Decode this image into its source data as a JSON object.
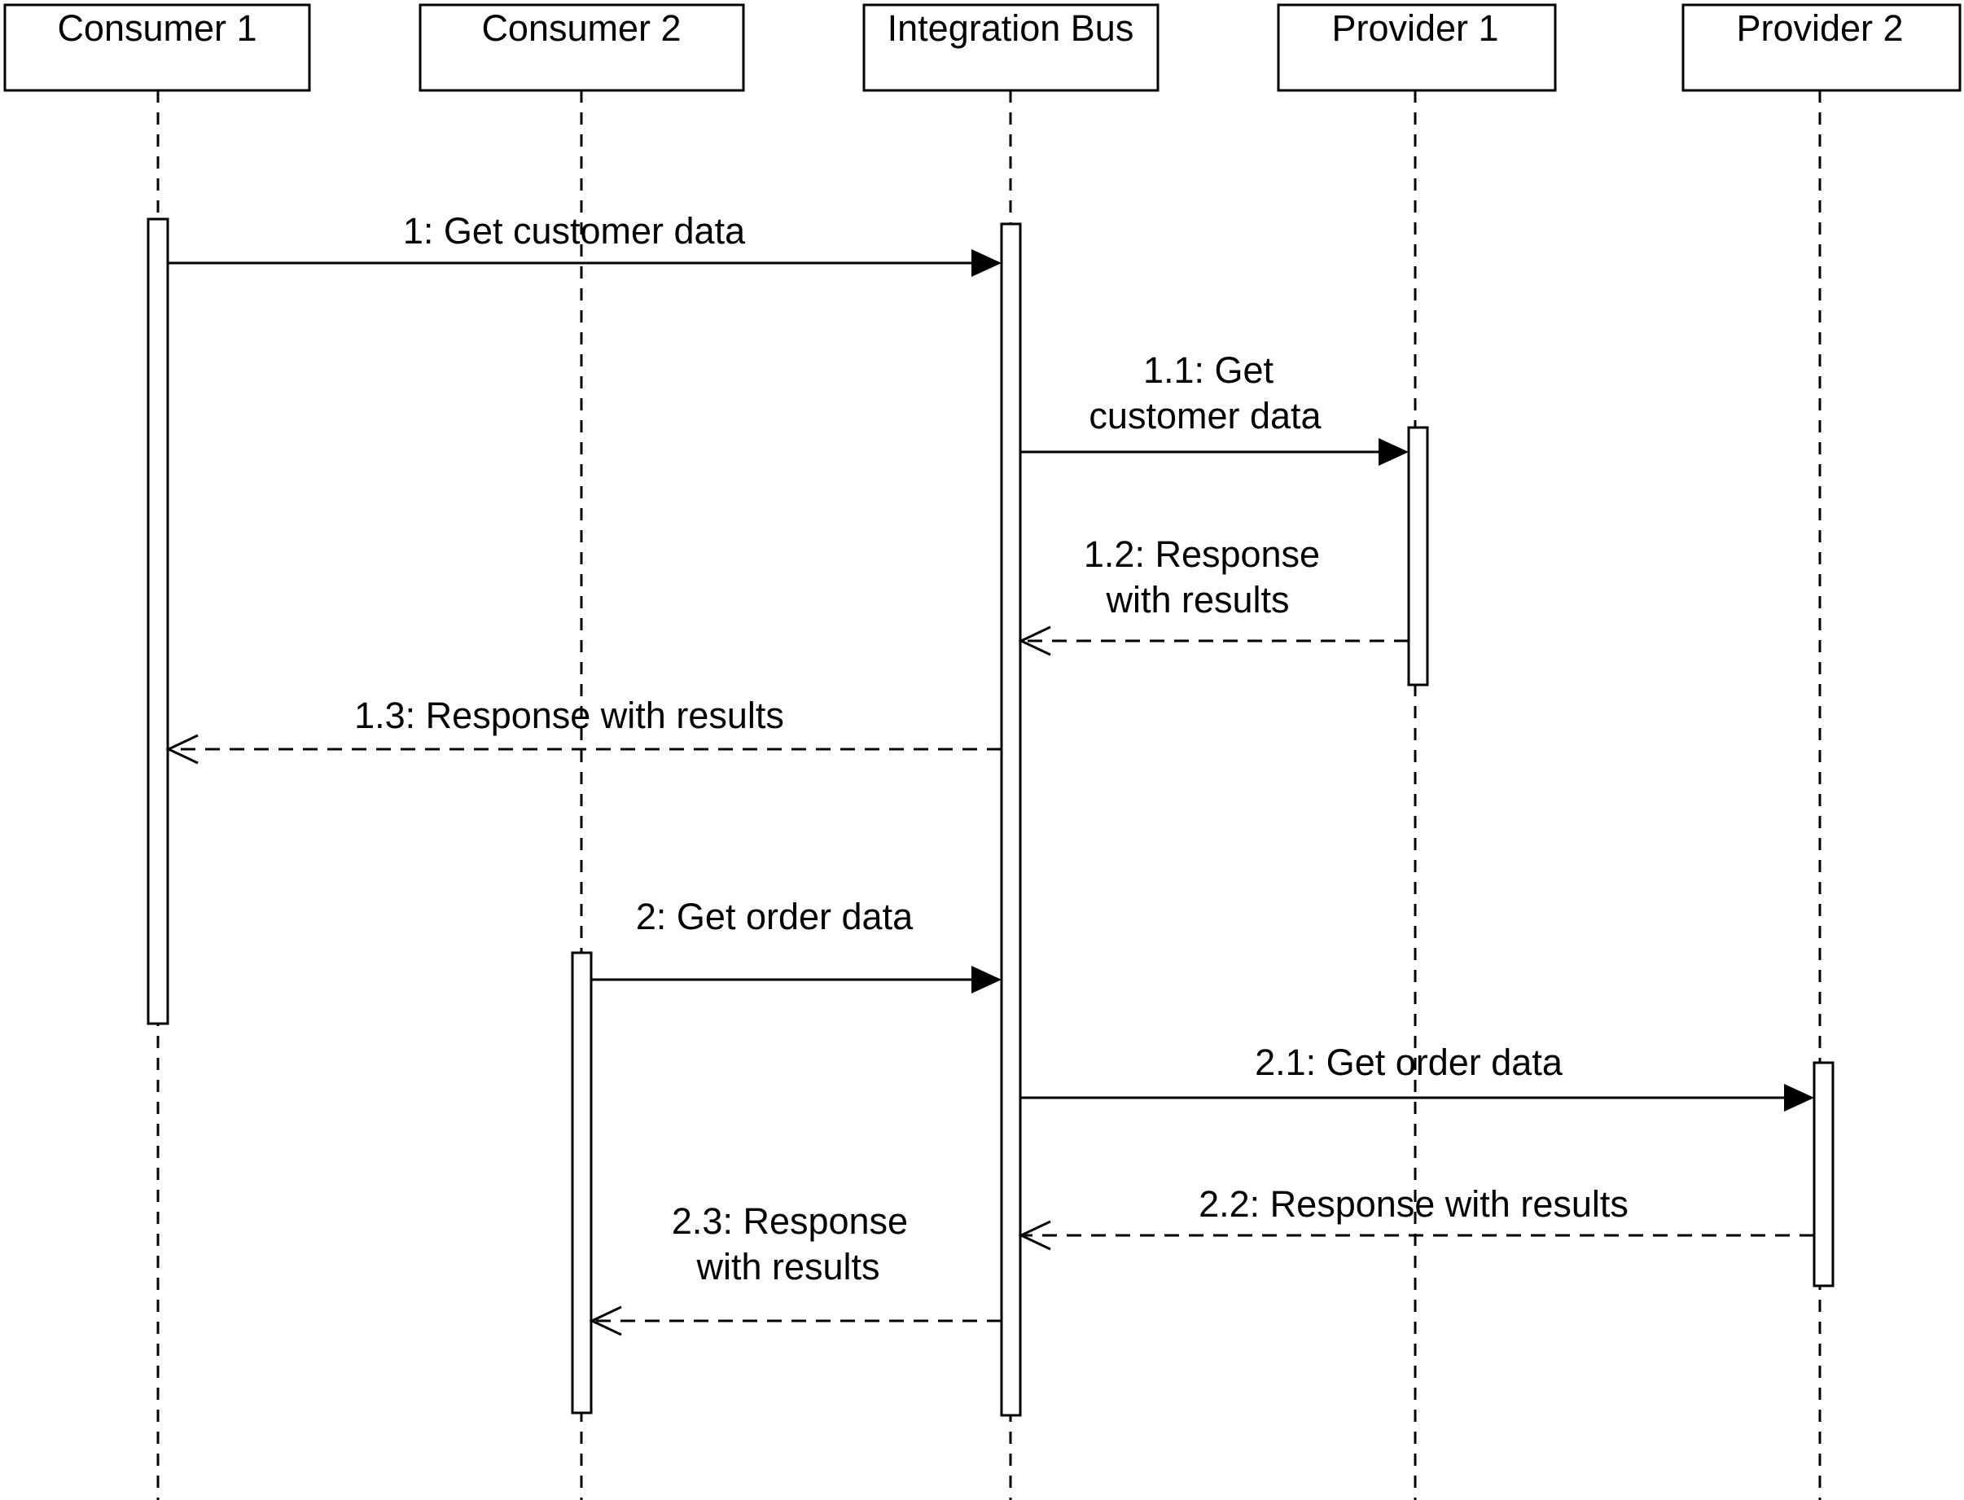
{
  "participants": [
    {
      "id": "consumer-1",
      "label": "Consumer 1"
    },
    {
      "id": "consumer-2",
      "label": "Consumer 2"
    },
    {
      "id": "integration-bus",
      "label": "Integration Bus"
    },
    {
      "id": "provider-1",
      "label": "Provider 1"
    },
    {
      "id": "provider-2",
      "label": "Provider 2"
    }
  ],
  "messages": [
    {
      "id": "msg-1",
      "label_lines": [
        "1: Get customer data"
      ],
      "from": "consumer-1",
      "to": "integration-bus",
      "kind": "call"
    },
    {
      "id": "msg-1-1",
      "label_lines": [
        "1.1: Get",
        "customer data"
      ],
      "from": "integration-bus",
      "to": "provider-1",
      "kind": "call"
    },
    {
      "id": "msg-1-2",
      "label_lines": [
        "1.2: Response",
        "with results"
      ],
      "from": "provider-1",
      "to": "integration-bus",
      "kind": "return"
    },
    {
      "id": "msg-1-3",
      "label_lines": [
        "1.3: Response with results"
      ],
      "from": "integration-bus",
      "to": "consumer-1",
      "kind": "return"
    },
    {
      "id": "msg-2",
      "label_lines": [
        "2: Get order data"
      ],
      "from": "consumer-2",
      "to": "integration-bus",
      "kind": "call"
    },
    {
      "id": "msg-2-1",
      "label_lines": [
        "2.1: Get order data"
      ],
      "from": "integration-bus",
      "to": "provider-2",
      "kind": "call"
    },
    {
      "id": "msg-2-2",
      "label_lines": [
        "2.2: Response with results"
      ],
      "from": "provider-2",
      "to": "integration-bus",
      "kind": "return"
    },
    {
      "id": "msg-2-3",
      "label_lines": [
        "2.3: Response",
        "with results"
      ],
      "from": "integration-bus",
      "to": "consumer-2",
      "kind": "return"
    }
  ]
}
